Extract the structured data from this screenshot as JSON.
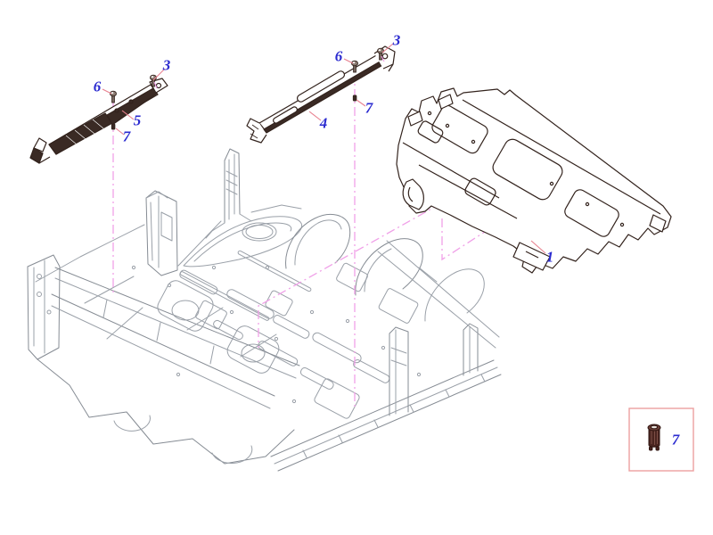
{
  "figure": {
    "kind": "exploded-parts-diagram",
    "background": "#ffffff"
  },
  "colors": {
    "callout_text": "#2b2bd0",
    "leader_line": "#e8818f",
    "construction_line": "#f0a0e8",
    "inset_border": "#eda0a0",
    "part_outline": "#33231d",
    "floor_line": "#9aa0a8"
  },
  "callouts": [
    {
      "label": "3"
    },
    {
      "label": "6"
    },
    {
      "label": "5"
    },
    {
      "label": "7"
    },
    {
      "label": "3"
    },
    {
      "label": "6"
    },
    {
      "label": "4"
    },
    {
      "label": "7"
    },
    {
      "label": "1"
    },
    {
      "label": "7"
    }
  ]
}
